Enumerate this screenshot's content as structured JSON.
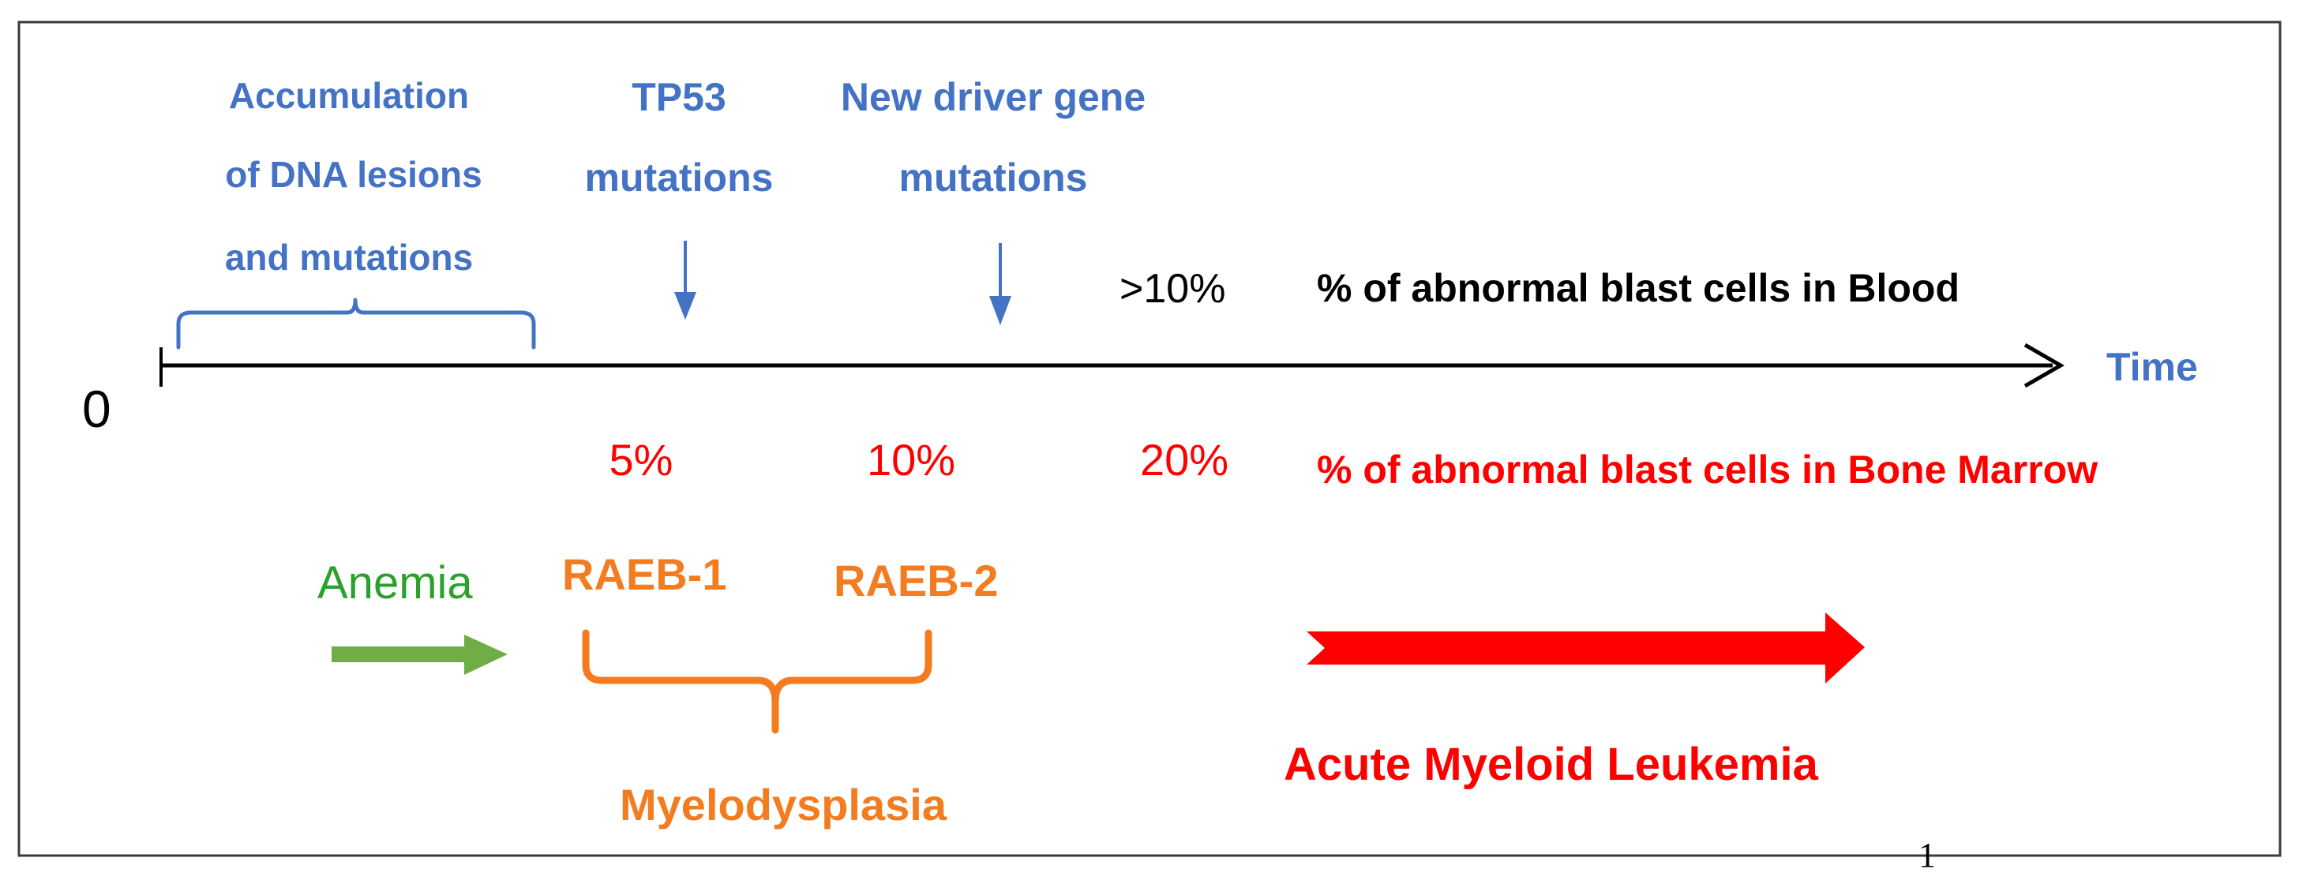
{
  "events": {
    "accumulation": [
      "Accumulation",
      "of DNA lesions",
      "and mutations"
    ],
    "tp53": [
      "TP53",
      "mutations"
    ],
    "new_driver": [
      "New driver gene",
      "mutations"
    ]
  },
  "axis": {
    "origin_label": "0",
    "time_label": "Time"
  },
  "blood": {
    "threshold": ">10%",
    "label": "% of abnormal blast cells in Blood"
  },
  "bone_marrow": {
    "thresholds": [
      "5%",
      "10%",
      "20%"
    ],
    "label": "% of abnormal blast cells in Bone Marrow"
  },
  "stages": {
    "anemia": "Anemia",
    "raeb1": "RAEB-1",
    "raeb2": "RAEB-2",
    "myelodysplasia": "Myelodysplasia",
    "aml": "Acute Myeloid Leukemia"
  },
  "page_number": "1",
  "colors": {
    "blue": "#4472c4",
    "red": "#ff0000",
    "orange": "#f47c20",
    "green": "#70ad47",
    "black": "#000000"
  }
}
